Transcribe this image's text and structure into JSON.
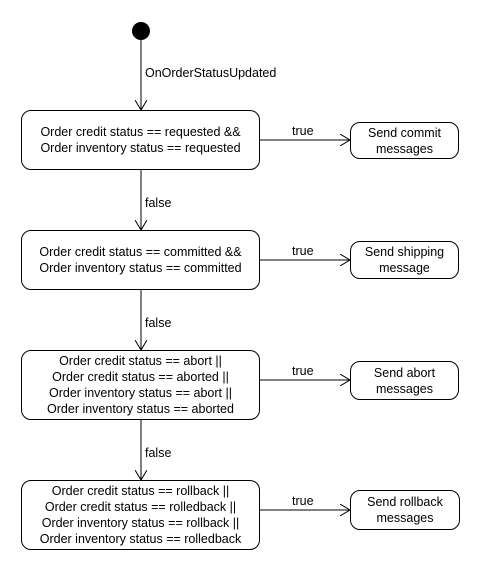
{
  "start_event": "OnOrderStatusUpdated",
  "decisions": [
    {
      "condition_lines": [
        "Order credit status == requested &&",
        "Order inventory status == requested"
      ],
      "true_label": "true",
      "action_lines": [
        "Send commit",
        "messages"
      ]
    },
    {
      "condition_lines": [
        "Order credit status == committed &&",
        "Order inventory status == committed"
      ],
      "true_label": "true",
      "action_lines": [
        "Send shipping",
        "message"
      ]
    },
    {
      "condition_lines": [
        "Order credit status == abort ||",
        "Order credit status == aborted ||",
        "Order inventory status == abort ||",
        "Order inventory status == aborted"
      ],
      "true_label": "true",
      "action_lines": [
        "Send abort",
        "messages"
      ]
    },
    {
      "condition_lines": [
        "Order credit status == rollback ||",
        "Order credit status == rolledback ||",
        "Order inventory status == rollback ||",
        "Order inventory status == rolledback"
      ],
      "true_label": "true",
      "action_lines": [
        "Send rollback",
        "messages"
      ]
    }
  ],
  "false_labels": [
    "false",
    "false",
    "false"
  ]
}
